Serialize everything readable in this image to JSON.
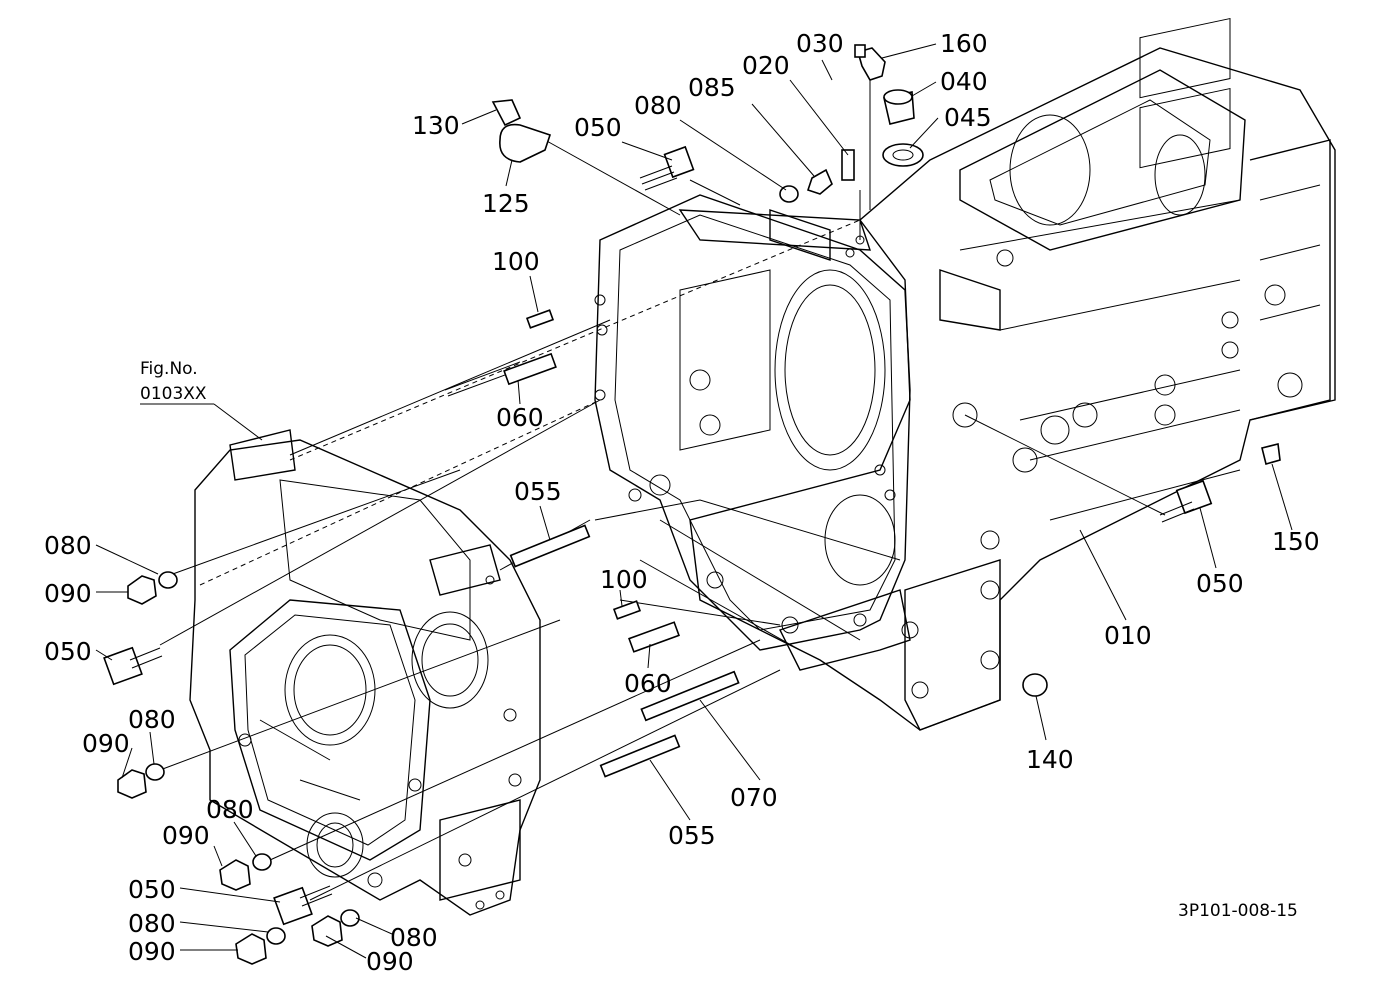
{
  "figure_ref": {
    "line1": "Fig.No.",
    "line2": "0103XX"
  },
  "drawing_code": "3P101-008-15",
  "callouts": [
    "160",
    "030",
    "040",
    "020",
    "085",
    "045",
    "080",
    "050",
    "130",
    "125",
    "100",
    "060",
    "055",
    "100",
    "060",
    "070",
    "055",
    "150",
    "050",
    "010",
    "140",
    "080",
    "090",
    "050",
    "080",
    "090",
    "080",
    "090",
    "050",
    "080",
    "090",
    "080",
    "090"
  ]
}
